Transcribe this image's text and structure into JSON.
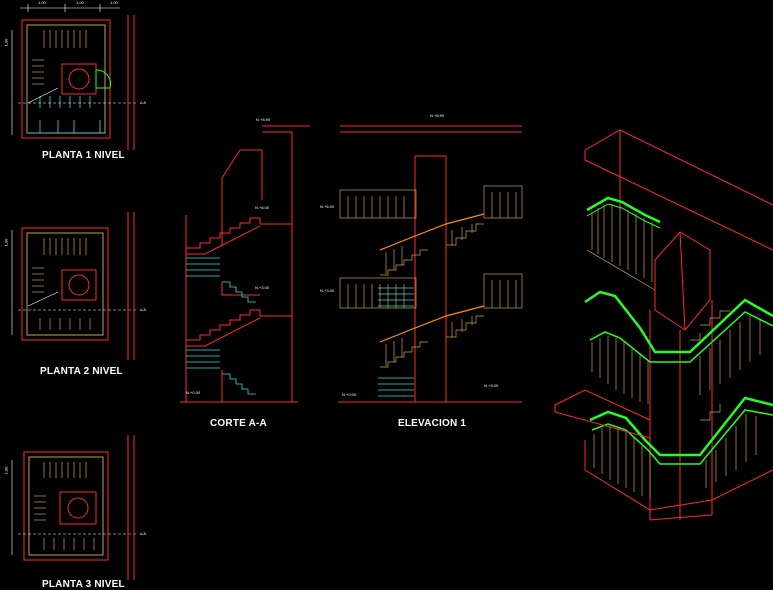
{
  "colors": {
    "background": "#000000",
    "wall_red": "#ff2a2a",
    "rail_green": "#22ff22",
    "handrail_orange": "#ff8c00",
    "railing_tan": "#c8a050",
    "step_cyan": "#33dddd",
    "dim_white": "#ffffff"
  },
  "titles": {
    "planta_1": "PLANTA 1 NIVEL",
    "planta_2": "PLANTA 2 NIVEL",
    "planta_3": "PLANTA 3 NIVEL",
    "corte": "CORTE A-A",
    "elevacion": "ELEVACION 1"
  },
  "dims": {
    "top_1": "1,00",
    "top_2": "1,00",
    "top_3": "1,00",
    "side_1": "1,00",
    "side_2": "1,00",
    "side_3": "1,00",
    "section_mark": "A A"
  },
  "levels": {
    "corte_top": "N.+8.90",
    "corte_l2": "N.+6.00",
    "corte_l1": "N.+3.00",
    "corte_base": "N.+0.00",
    "elev_top": "N.+8.90",
    "elev_l2": "N.+6.00",
    "elev_l1": "N.+3.00",
    "elev_base": "N.+0.00",
    "elev_right": "N.+3.00"
  }
}
